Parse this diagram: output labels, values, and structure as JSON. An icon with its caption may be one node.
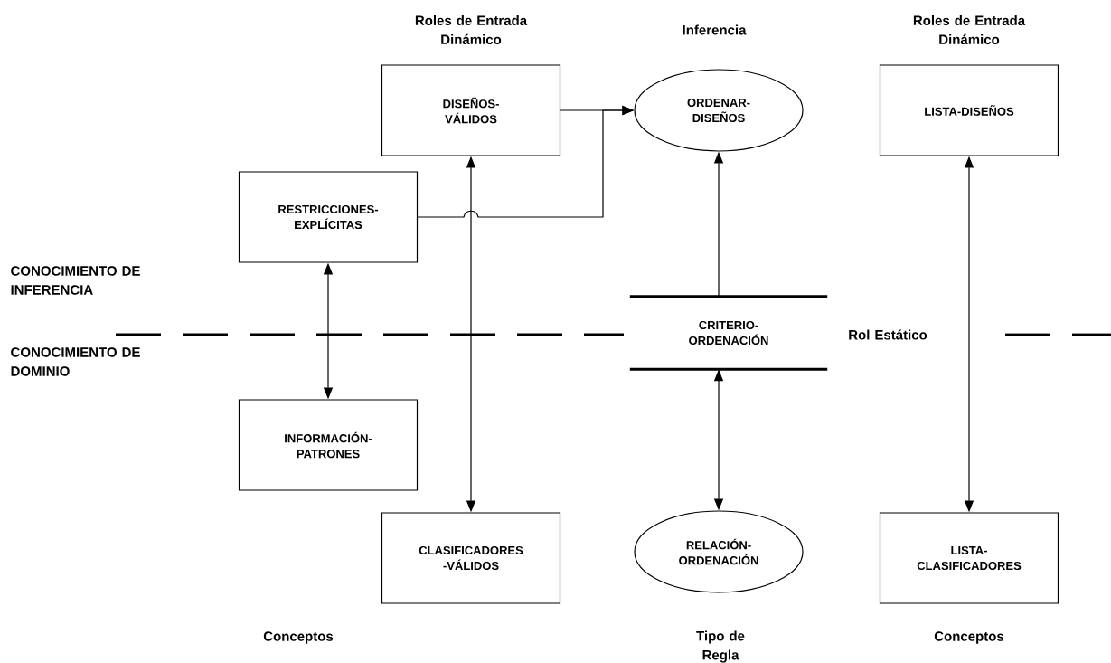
{
  "diagram": {
    "nodes": [
      {
        "text": [
          "DISEÑOS- VÁLIDOS"
        ]
      },
      {
        "text": [
          "ORDENAR- DISEÑOS"
        ]
      },
      {
        "text": [
          "LISTA-DISEÑOS"
        ]
      },
      {
        "text": [
          "RESTRICCIONES- EXPLÍCITAS"
        ]
      },
      {
        "text": [
          "CRITERIO- ORDENACIÓN"
        ]
      },
      {
        "text": [
          "INFORMACIÓN- PATRONES"
        ]
      },
      {
        "text": [
          "CLASIFICADORES -VÁLIDOS"
        ]
      },
      {
        "text": [
          "RELACIÓN- ORDENACIÓN"
        ]
      },
      {
        "text": [
          "LISTA- CLASIFICADORES"
        ]
      }
    ],
    "edges": [
      {
        "from": 0,
        "to": 1,
        "arrow": "to"
      },
      {
        "from": 3,
        "to": 1,
        "arrow": "to"
      },
      {
        "from": 4,
        "to": 1,
        "arrow": "to"
      },
      {
        "from": 3,
        "to": 5,
        "arrow": "both"
      },
      {
        "from": 0,
        "to": 6,
        "arrow": "both"
      },
      {
        "from": 4,
        "to": 7,
        "arrow": "both"
      },
      {
        "from": 2,
        "to": 8,
        "arrow": "both"
      }
    ],
    "labels": [
      "Roles de Entrada Dinámico",
      "Inferencia",
      "Roles de Entrada Dinámico",
      "CONOCIMIENTO DE INFERENCIA",
      "Rol Estático",
      "CONOCIMIENTO DE DOMINIO",
      "Conceptos",
      "Tipo de Regla",
      "Conceptos"
    ]
  }
}
